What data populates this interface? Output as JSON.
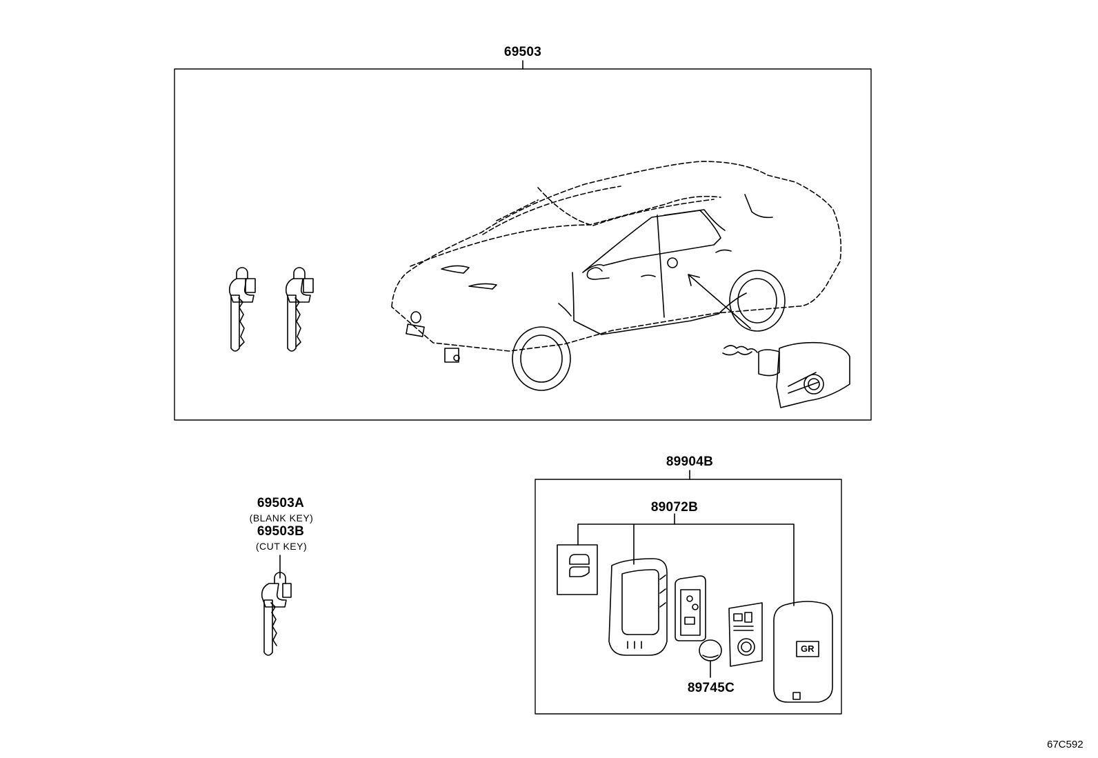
{
  "callouts": {
    "assembly": "69503",
    "blank_key": "69503A",
    "blank_key_note": "(BLANK KEY)",
    "cut_key": "69503B",
    "cut_key_note": "(CUT KEY)",
    "transmitter_assy": "89904B",
    "transmitter_housing": "89072B",
    "battery": "89745C"
  },
  "key_badge_text": "GR",
  "figure_id": "67C592",
  "colors": {
    "line": "#000000",
    "background": "#ffffff"
  }
}
